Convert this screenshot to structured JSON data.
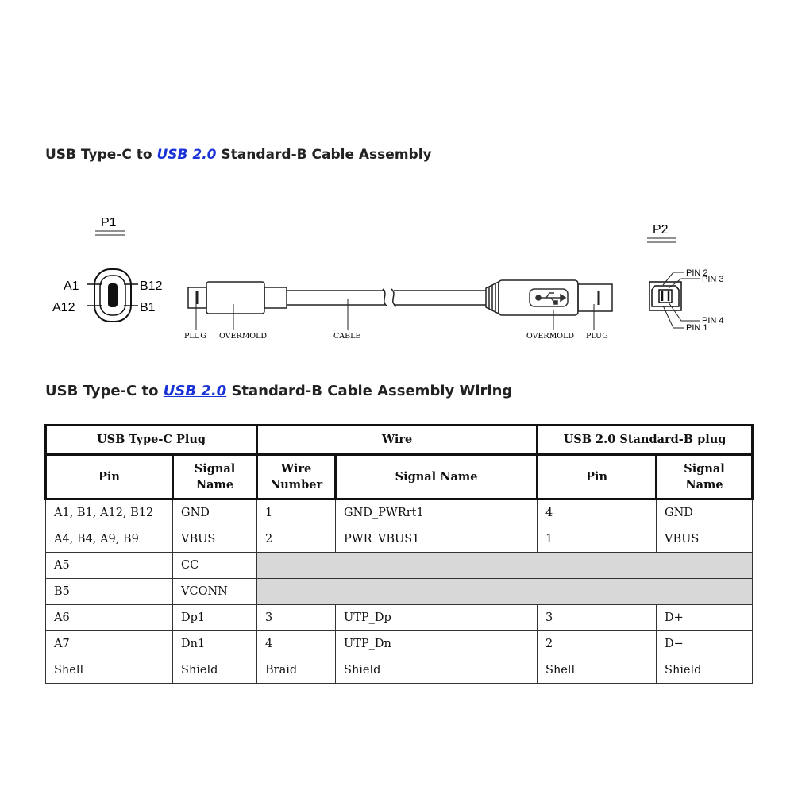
{
  "heading1": {
    "pre": "USB Type-C to ",
    "link": "USB 2.0",
    "post": " Standard-B Cable Assembly"
  },
  "heading2": {
    "pre": "USB Type-C to ",
    "link": "USB 2.0",
    "post": " Standard-B Cable Assembly Wiring"
  },
  "diagram": {
    "p1_label": "P1",
    "p2_label": "P2",
    "pin_labels": {
      "a1": "A1",
      "a12": "A12",
      "b12": "B12",
      "b1": "B1"
    },
    "callouts": {
      "plug_left": "PLUG",
      "overmold_left": "OVERMOLD",
      "cable": "CABLE",
      "overmold_right": "OVERMOLD",
      "plug_right": "PLUG"
    },
    "p2_pins": {
      "pin2": "PIN 2",
      "pin3": "PIN 3",
      "pin4": "PIN 4",
      "pin1": "PIN 1"
    }
  },
  "table": {
    "group_headers": [
      "USB Type-C Plug",
      "Wire",
      "USB 2.0 Standard-B plug"
    ],
    "sub_headers": [
      "Pin",
      "Signal Name",
      "Wire Number",
      "Signal Name",
      "Pin",
      "Signal Name"
    ],
    "rows": [
      [
        "A1, B1, A12, B12",
        "GND",
        "1",
        "GND_PWRrt1",
        "4",
        "GND"
      ],
      [
        "A4, B4, A9, B9",
        "VBUS",
        "2",
        "PWR_VBUS1",
        "1",
        "VBUS"
      ],
      [
        "A5",
        "CC",
        "",
        "",
        "",
        ""
      ],
      [
        "B5",
        "VCONN",
        "",
        "",
        "",
        ""
      ],
      [
        "A6",
        "Dp1",
        "3",
        "UTP_Dp",
        "3",
        "D+"
      ],
      [
        "A7",
        "Dn1",
        "4",
        "UTP_Dn",
        "2",
        "D−"
      ],
      [
        "Shell",
        "Shield",
        "Braid",
        "Shield",
        "Shell",
        "Shield"
      ]
    ]
  }
}
